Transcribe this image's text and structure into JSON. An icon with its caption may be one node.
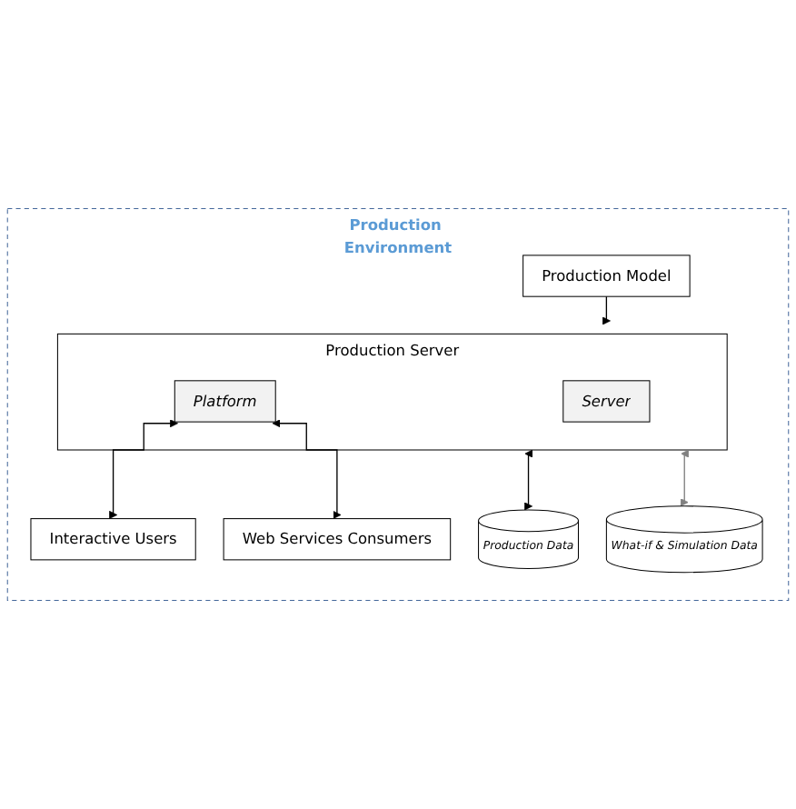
{
  "diagram": {
    "nodes": [
      {
        "text": [
          "Production Environment"
        ]
      },
      {
        "text": [
          "Production Model"
        ],
        "in": 0
      },
      {
        "text": [
          "Production Server"
        ],
        "in": 0
      },
      {
        "text": [
          "Server"
        ],
        "in": 2
      },
      {
        "text": [
          "Platform"
        ],
        "in": 2
      },
      {
        "text": [
          "Production Data"
        ],
        "in": 0
      },
      {
        "text": [
          "What-if & Simulation Data"
        ],
        "in": 0
      },
      {
        "text": [
          "Interactive Users"
        ],
        "in": 0
      },
      {
        "text": [
          "Web Services Consumers"
        ],
        "in": 0
      }
    ],
    "edges": [
      {
        "from": 1,
        "to": 2,
        "arrow": "to"
      },
      {
        "from": 2,
        "to": 5,
        "arrow": "both"
      },
      {
        "from": 2,
        "to": 6,
        "arrow": "both",
        "color": "#808080"
      },
      {
        "from": 4,
        "to": 7,
        "arrow": "both"
      },
      {
        "from": 4,
        "to": 8,
        "arrow": "both"
      }
    ]
  }
}
